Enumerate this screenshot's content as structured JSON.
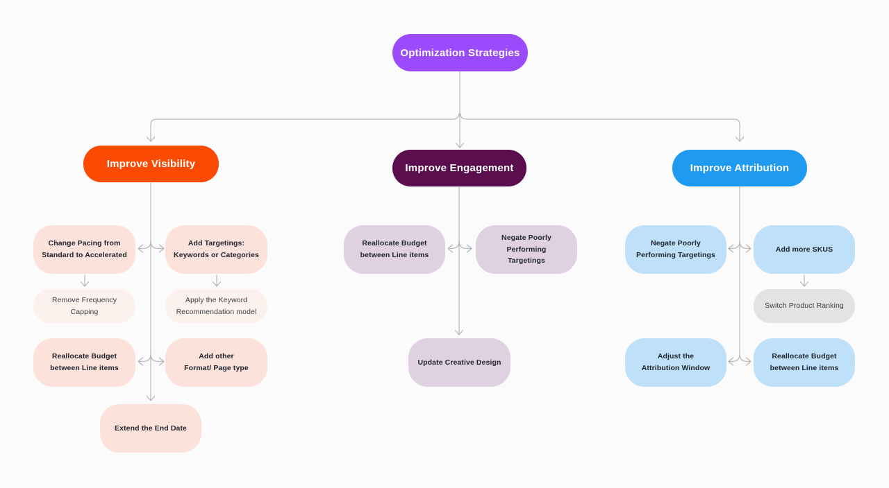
{
  "diagram_title": "Optimization Strategies",
  "colors": {
    "background": "#FBFBFC",
    "connector": "#B6B6BA",
    "root_purple": "#9B4AFC",
    "visibility_orange": "#FB4A03",
    "engagement_plum": "#5A0E4E",
    "attribution_blue": "#1E9BF0",
    "visibility_child": "#FCE2DA",
    "visibility_child_light": "#FDF1ED",
    "engagement_child": "#DFD1E1",
    "attribution_child": "#BEE0F9",
    "neutral_child": "#E3E3E4"
  },
  "nodes": {
    "opt_strategies": {
      "label": "Optimization Strategies",
      "color": "#9B4AFC"
    },
    "improve_visibility": {
      "label": "Improve Visibility",
      "color": "#FB4A03"
    },
    "improve_engagement": {
      "label": "Improve Engagement",
      "color": "#5A0E4E"
    },
    "improve_attribution": {
      "label": "Improve Attribution",
      "color": "#1E9BF0"
    },
    "change_pacing": {
      "label": "Change Pacing from\nStandard to Accelerated",
      "color": "#FCE2DA"
    },
    "add_targetings": {
      "label": "Add Targetings:\nKeywords or Categories",
      "color": "#FCE2DA"
    },
    "remove_frequency_capping": {
      "label": "Remove Frequency Capping",
      "color": "#FDF1ED"
    },
    "apply_keyword_model": {
      "label": "Apply the Keyword\nRecommendation model",
      "color": "#FDF1ED"
    },
    "reallocate_budget_visibility": {
      "label": "Reallocate Budget\nbetween Line items",
      "color": "#FCE2DA"
    },
    "add_other_format": {
      "label": "Add other\nFormat/ Page type",
      "color": "#FCE2DA"
    },
    "extend_end_date": {
      "label": "Extend the End Date",
      "color": "#FCE2DA"
    },
    "reallocate_budget_engagement": {
      "label": "Reallocate Budget\nbetween Line items",
      "color": "#DFD1E1"
    },
    "negate_targetings_engagement": {
      "label": "Negate Poorly Performing\nTargetings",
      "color": "#DFD1E1"
    },
    "update_creative_design": {
      "label": "Update Creative Design",
      "color": "#DFD1E1"
    },
    "negate_targetings_attribution": {
      "label": "Negate Poorly\nPerforming Targetings",
      "color": "#BEE0F9"
    },
    "add_more_skus": {
      "label": "Add more SKUS",
      "color": "#BEE0F9"
    },
    "switch_product_ranking": {
      "label": "Switch Product Ranking",
      "color": "#E3E3E4"
    },
    "adjust_attribution_window": {
      "label": "Adjust the\nAttribution Window",
      "color": "#BEE0F9"
    },
    "reallocate_budget_attribution": {
      "label": "Reallocate Budget\nbetween Line items",
      "color": "#BEE0F9"
    }
  },
  "edges": [
    {
      "from": "opt_strategies",
      "to": "improve_visibility"
    },
    {
      "from": "opt_strategies",
      "to": "improve_engagement"
    },
    {
      "from": "opt_strategies",
      "to": "improve_attribution"
    },
    {
      "from": "improve_visibility",
      "to": "change_pacing"
    },
    {
      "from": "improve_visibility",
      "to": "add_targetings"
    },
    {
      "from": "change_pacing",
      "to": "remove_frequency_capping"
    },
    {
      "from": "add_targetings",
      "to": "apply_keyword_model"
    },
    {
      "from": "improve_visibility",
      "to": "reallocate_budget_visibility"
    },
    {
      "from": "improve_visibility",
      "to": "add_other_format"
    },
    {
      "from": "improve_visibility",
      "to": "extend_end_date"
    },
    {
      "from": "improve_engagement",
      "to": "reallocate_budget_engagement"
    },
    {
      "from": "improve_engagement",
      "to": "negate_targetings_engagement"
    },
    {
      "from": "improve_engagement",
      "to": "update_creative_design"
    },
    {
      "from": "improve_attribution",
      "to": "negate_targetings_attribution"
    },
    {
      "from": "improve_attribution",
      "to": "add_more_skus"
    },
    {
      "from": "add_more_skus",
      "to": "switch_product_ranking"
    },
    {
      "from": "improve_attribution",
      "to": "adjust_attribution_window"
    },
    {
      "from": "improve_attribution",
      "to": "reallocate_budget_attribution"
    }
  ]
}
